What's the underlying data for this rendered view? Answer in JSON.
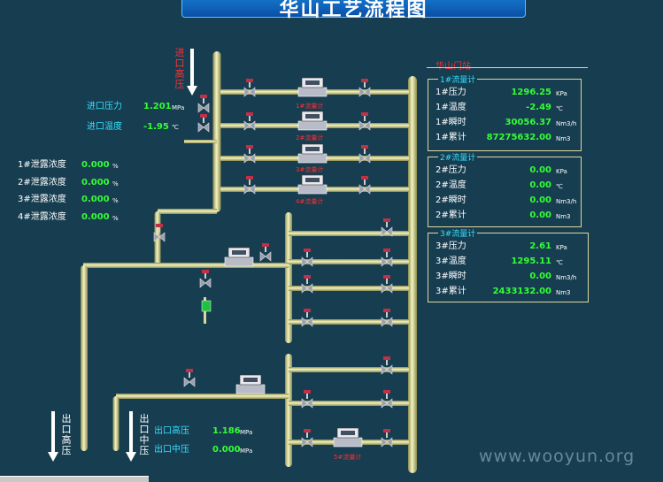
{
  "title": "华山工艺流程图",
  "labels": {
    "inlet_high": "进口高压",
    "inlet_pressure": "进口压力",
    "inlet_pressure_val": "1.201",
    "inlet_pressure_unit": "MPa",
    "inlet_temp": "进口温度",
    "inlet_temp_val": "-1.95",
    "inlet_temp_unit": "℃",
    "outlet_high_v": "出口高压",
    "outlet_mid_v": "出口中压",
    "outlet_high": "出口高压",
    "outlet_high_val": "1.186",
    "outlet_high_unit": "MPa",
    "outlet_mid": "出口中压",
    "outlet_mid_val": "0.000",
    "outlet_mid_unit": "MPa"
  },
  "leak": [
    {
      "label": "1#泄露浓度",
      "value": "0.000",
      "unit": "%"
    },
    {
      "label": "2#泄露浓度",
      "value": "0.000",
      "unit": "%"
    },
    {
      "label": "3#泄露浓度",
      "value": "0.000",
      "unit": "%"
    },
    {
      "label": "4#泄露浓度",
      "value": "0.000",
      "unit": "%"
    }
  ],
  "meter_tags": [
    "1#流量计",
    "2#流量计",
    "3#流量计",
    "4#流量计",
    "5#流量计"
  ],
  "station": {
    "name": "华山门站",
    "meters": [
      {
        "title": "1#流量计",
        "rows": [
          {
            "label": "1#压力",
            "value": "1296.25",
            "unit": "KPa"
          },
          {
            "label": "1#温度",
            "value": "-2.49",
            "unit": "℃"
          },
          {
            "label": "1#瞬时",
            "value": "30056.37",
            "unit": "Nm3/h"
          },
          {
            "label": "1#累计",
            "value": "87275632.00",
            "unit": "Nm3"
          }
        ]
      },
      {
        "title": "2#流量计",
        "rows": [
          {
            "label": "2#压力",
            "value": "0.00",
            "unit": "KPa"
          },
          {
            "label": "2#温度",
            "value": "0.00",
            "unit": "℃"
          },
          {
            "label": "2#瞬时",
            "value": "0.00",
            "unit": "Nm3/h"
          },
          {
            "label": "2#累计",
            "value": "0.00",
            "unit": "Nm3"
          }
        ]
      },
      {
        "title": "3#流量计",
        "rows": [
          {
            "label": "3#压力",
            "value": "2.61",
            "unit": "KPa"
          },
          {
            "label": "3#温度",
            "value": "1295.11",
            "unit": "℃"
          },
          {
            "label": "3#瞬时",
            "value": "0.00",
            "unit": "Nm3/h"
          },
          {
            "label": "3#累计",
            "value": "2433132.00",
            "unit": "Nm3"
          }
        ]
      }
    ]
  },
  "watermark": "www.wooyun.org",
  "colors": {
    "background": "#173d50",
    "pipe": "#d9d99a",
    "value": "#33ff33",
    "label": "#33e0ff",
    "alert": "#ff3030"
  }
}
